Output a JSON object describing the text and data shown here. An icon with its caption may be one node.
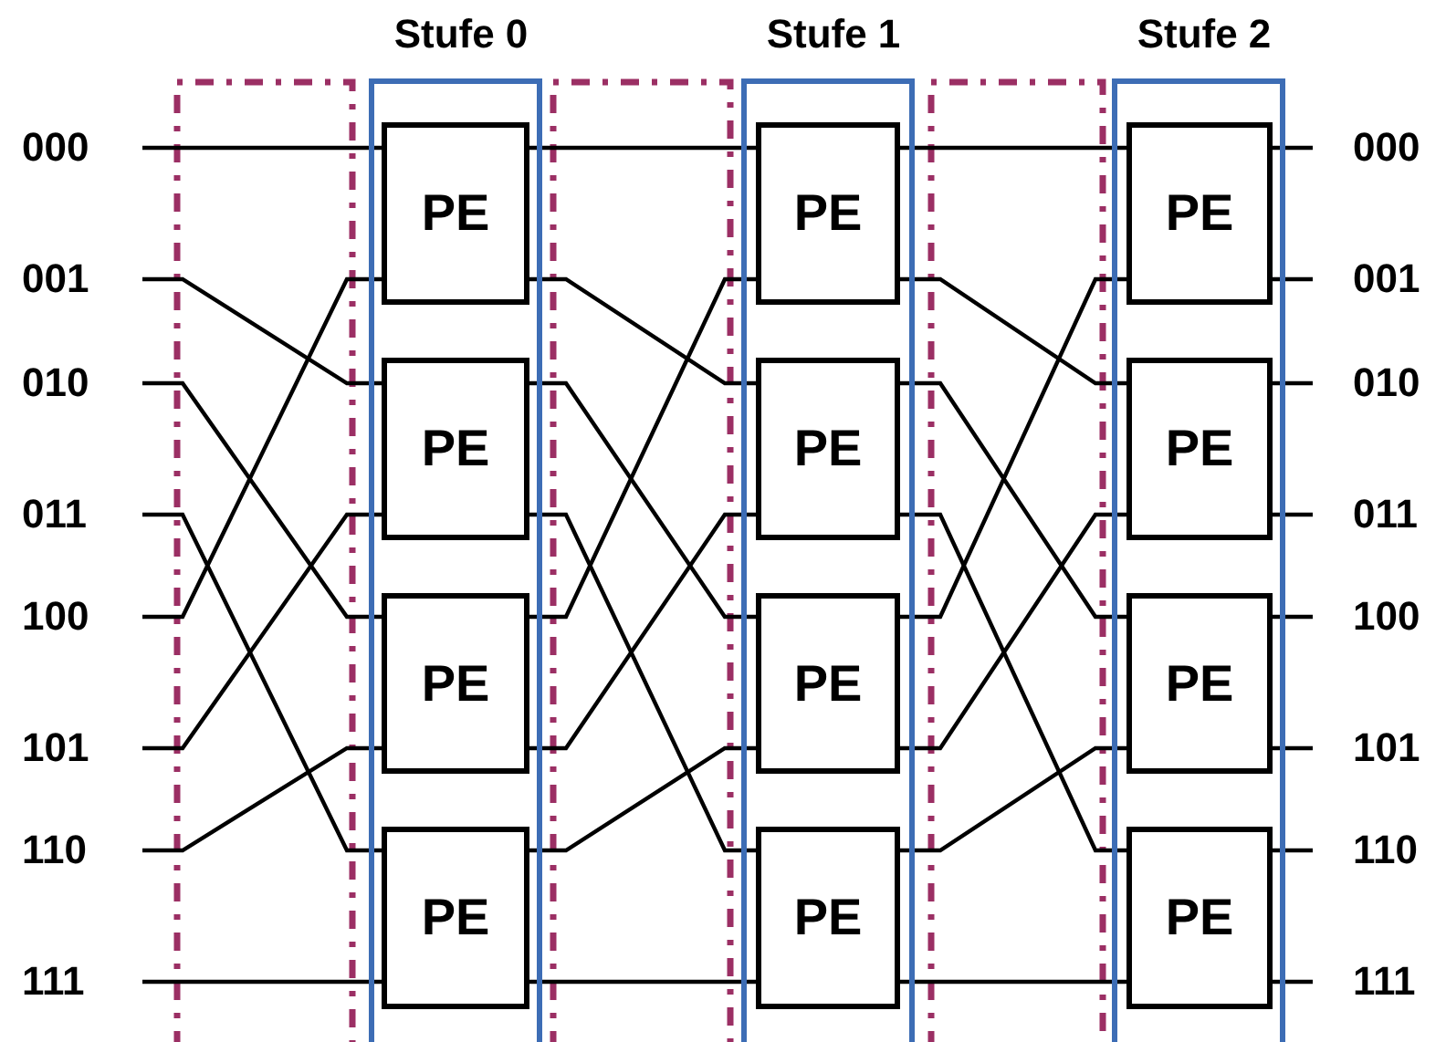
{
  "diagram": {
    "nodes": [
      {
        "text": [
          "Stufe 0"
        ]
      },
      {
        "text": [
          "PE"
        ],
        "in": 0
      },
      {
        "text": [
          "PE"
        ],
        "in": 0
      },
      {
        "text": [
          "PE"
        ],
        "in": 0
      },
      {
        "text": [
          "PE"
        ],
        "in": 0
      },
      {
        "text": [
          "Stufe 1"
        ]
      },
      {
        "text": [
          "PE"
        ],
        "in": 5
      },
      {
        "text": [
          "PE"
        ],
        "in": 5
      },
      {
        "text": [
          "PE"
        ],
        "in": 5
      },
      {
        "text": [
          "PE"
        ],
        "in": 5
      },
      {
        "text": [
          "Stufe 2"
        ]
      },
      {
        "text": [
          "PE"
        ],
        "in": 10
      },
      {
        "text": [
          "PE"
        ],
        "in": 10
      },
      {
        "text": [
          "PE"
        ],
        "in": 10
      },
      {
        "text": [
          "PE"
        ],
        "in": 10
      },
      {
        "text": [
          "000"
        ]
      },
      {
        "text": [
          "001"
        ]
      },
      {
        "text": [
          "010"
        ]
      },
      {
        "text": [
          "011"
        ]
      },
      {
        "text": [
          "100"
        ]
      },
      {
        "text": [
          "101"
        ]
      },
      {
        "text": [
          "110"
        ]
      },
      {
        "text": [
          "111"
        ]
      },
      {
        "text": [
          "000"
        ]
      },
      {
        "text": [
          "001"
        ]
      },
      {
        "text": [
          "010"
        ]
      },
      {
        "text": [
          "011"
        ]
      },
      {
        "text": [
          "100"
        ]
      },
      {
        "text": [
          "101"
        ]
      },
      {
        "text": [
          "110"
        ]
      },
      {
        "text": [
          "111"
        ]
      }
    ],
    "edges": [
      {
        "from": 15,
        "to": 1,
        "arrow": "none"
      },
      {
        "from": 16,
        "to": 2,
        "arrow": "none"
      },
      {
        "from": 17,
        "to": 3,
        "arrow": "none"
      },
      {
        "from": 18,
        "to": 4,
        "arrow": "none"
      },
      {
        "from": 19,
        "to": 1,
        "arrow": "none"
      },
      {
        "from": 20,
        "to": 2,
        "arrow": "none"
      },
      {
        "from": 21,
        "to": 3,
        "arrow": "none"
      },
      {
        "from": 22,
        "to": 4,
        "arrow": "none"
      },
      {
        "from": 1,
        "to": 6,
        "arrow": "none"
      },
      {
        "from": 1,
        "to": 7,
        "arrow": "none"
      },
      {
        "from": 2,
        "to": 8,
        "arrow": "none"
      },
      {
        "from": 2,
        "to": 9,
        "arrow": "none"
      },
      {
        "from": 3,
        "to": 6,
        "arrow": "none"
      },
      {
        "from": 3,
        "to": 7,
        "arrow": "none"
      },
      {
        "from": 4,
        "to": 8,
        "arrow": "none"
      },
      {
        "from": 4,
        "to": 9,
        "arrow": "none"
      },
      {
        "from": 6,
        "to": 11,
        "arrow": "none"
      },
      {
        "from": 6,
        "to": 12,
        "arrow": "none"
      },
      {
        "from": 7,
        "to": 13,
        "arrow": "none"
      },
      {
        "from": 7,
        "to": 14,
        "arrow": "none"
      },
      {
        "from": 8,
        "to": 11,
        "arrow": "none"
      },
      {
        "from": 8,
        "to": 12,
        "arrow": "none"
      },
      {
        "from": 9,
        "to": 13,
        "arrow": "none"
      },
      {
        "from": 9,
        "to": 14,
        "arrow": "none"
      },
      {
        "from": 11,
        "to": 23,
        "arrow": "none"
      },
      {
        "from": 11,
        "to": 24,
        "arrow": "none"
      },
      {
        "from": 12,
        "to": 25,
        "arrow": "none"
      },
      {
        "from": 12,
        "to": 26,
        "arrow": "none"
      },
      {
        "from": 13,
        "to": 27,
        "arrow": "none"
      },
      {
        "from": 13,
        "to": 28,
        "arrow": "none"
      },
      {
        "from": 14,
        "to": 29,
        "arrow": "none"
      },
      {
        "from": 14,
        "to": 30,
        "arrow": "none"
      }
    ]
  }
}
